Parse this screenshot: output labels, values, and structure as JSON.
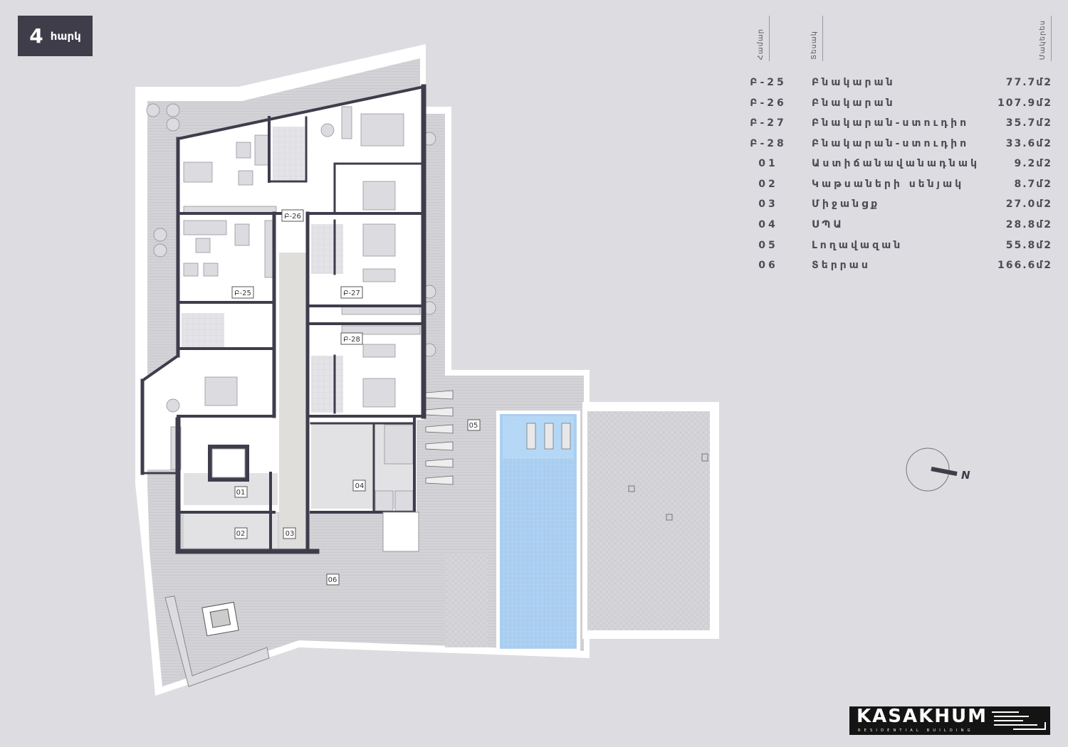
{
  "floor_badge": {
    "number": "4",
    "label": "հարկ"
  },
  "legend": {
    "headers": {
      "number": "Համար",
      "type": "Տեսակ",
      "area": "Մակերես"
    },
    "rows": [
      {
        "id": "Բ-25",
        "type": "Բնակարան",
        "area": "77.7մ2"
      },
      {
        "id": "Բ-26",
        "type": "Բնակարան",
        "area": "107.9մ2"
      },
      {
        "id": "Բ-27",
        "type": "Բնակարան-ստուդիո",
        "area": "35.7մ2"
      },
      {
        "id": "Բ-28",
        "type": "Բնակարան-ստուդիո",
        "area": "33.6մ2"
      },
      {
        "id": "01",
        "type": "Աստիճանավանադնակ",
        "area": "9.2մ2"
      },
      {
        "id": "02",
        "type": "Կաթսաների սենյակ",
        "area": "8.7մ2"
      },
      {
        "id": "03",
        "type": "Միջանցք",
        "area": "27.0մ2"
      },
      {
        "id": "04",
        "type": "ՍՊԱ",
        "area": "28.8մ2"
      },
      {
        "id": "05",
        "type": "Լողավազան",
        "area": "55.8մ2"
      },
      {
        "id": "06",
        "type": "Տերրաս",
        "area": "166.6մ2"
      }
    ]
  },
  "plan_labels": {
    "b25": "Բ-25",
    "b26": "Բ-26",
    "b27": "Բ-27",
    "b28": "Բ-28",
    "r01": "01",
    "r02": "02",
    "r03": "03",
    "r04": "04",
    "r05": "05",
    "r06": "06"
  },
  "compass": {
    "label": "N"
  },
  "logo": {
    "name": "KASAKHUM",
    "tagline": "RESIDENTIAL BUILDING"
  },
  "colors": {
    "background": "#dddce1",
    "wall": "#3e3d4c",
    "pool": "#a8cdf0",
    "badge": "#3e3d49"
  }
}
